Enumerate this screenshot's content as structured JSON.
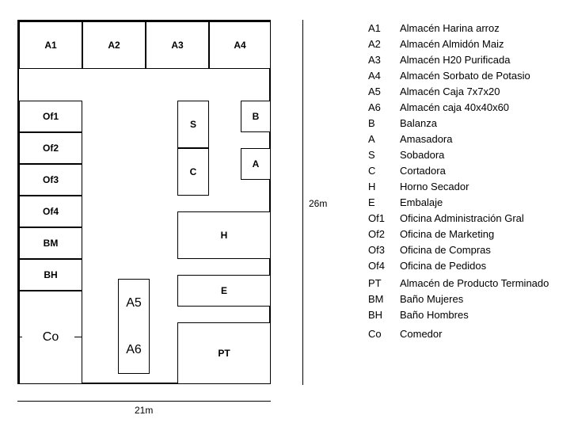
{
  "plan": {
    "storage": [
      "A1",
      "A2",
      "A3",
      "A4"
    ],
    "offices": [
      "Of1",
      "Of2",
      "Of3",
      "Of4",
      "BM",
      "BH"
    ],
    "dining": "Co",
    "machines": {
      "S": "S",
      "C": "C",
      "B": "B",
      "A": "A",
      "H": "H",
      "E": "E",
      "PT": "PT"
    },
    "boxes": [
      "A5",
      "A6"
    ]
  },
  "dimensions": {
    "width": "21m",
    "height": "26m"
  },
  "legend": [
    {
      "code": "A1",
      "desc": "Almacén Harina arroz"
    },
    {
      "code": "A2",
      "desc": "Almacén Almidón Maiz"
    },
    {
      "code": "A3",
      "desc": "Almacén H20 Purificada"
    },
    {
      "code": "A4",
      "desc": "Almacén Sorbato de Potasio"
    },
    {
      "code": "A5",
      "desc": "Almacén Caja 7x7x20"
    },
    {
      "code": "A6",
      "desc": "Almacén caja 40x40x60"
    },
    {
      "code": "B",
      "desc": "Balanza"
    },
    {
      "code": "A",
      "desc": "Amasadora"
    },
    {
      "code": "S",
      "desc": "Sobadora"
    },
    {
      "code": "C",
      "desc": "Cortadora"
    },
    {
      "code": "H",
      "desc": "Horno Secador"
    },
    {
      "code": "E",
      "desc": "Embalaje"
    },
    {
      "code": "Of1",
      "desc": "Oficina Administración Gral"
    },
    {
      "code": "Of2",
      "desc": "Oficina de Marketing"
    },
    {
      "code": "Of3",
      "desc": "Oficina de Compras"
    },
    {
      "code": "Of4",
      "desc": "Oficina de Pedidos"
    },
    {
      "code": "PT",
      "desc": "Almacén de Producto Terminado"
    },
    {
      "code": "BM",
      "desc": "Baño Mujeres"
    },
    {
      "code": "BH",
      "desc": "Baño Hombres"
    },
    {
      "code": "Co",
      "desc": "Comedor"
    }
  ]
}
